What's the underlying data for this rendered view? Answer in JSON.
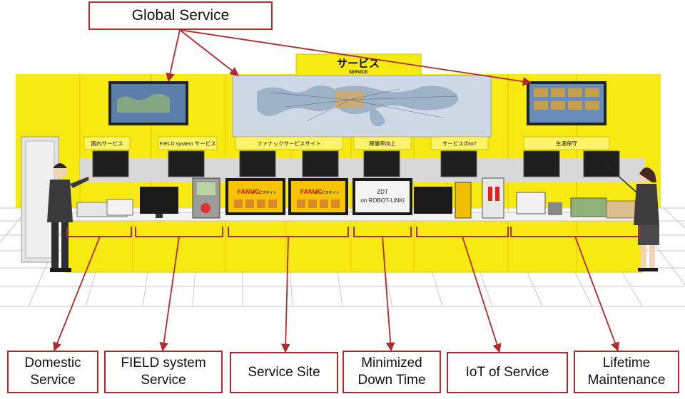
{
  "callouts": {
    "global_service": "Global Service",
    "domestic_service": "Domestic\nService",
    "field_system_service": "FIELD system\nService",
    "service_site": "Service Site",
    "minimized_down_time": "Minimized\nDown Time",
    "iot_of_service": "IoT of Service",
    "lifetime_maintenance": "Lifetime\nMaintenance"
  },
  "booth": {
    "header_jp": "サービス",
    "header_en": "SERVICE",
    "panel_titles": [
      "国内サービス",
      "FIELD system サービス",
      "ファナックサービスサイト",
      "稼働率向上",
      "サービスのIoT",
      "生涯保守"
    ],
    "screen_zdt_line1": "ZDT",
    "screen_zdt_line2": "on ROBOT-LINKi",
    "screen_fanuc_text": "FANUC",
    "screen_fanuc_sub": "サービスサイト"
  },
  "colors": {
    "booth_yellow": "#f7ea12",
    "callout_red": "#b02b2b",
    "floor_grid": "#c9c9c9"
  }
}
